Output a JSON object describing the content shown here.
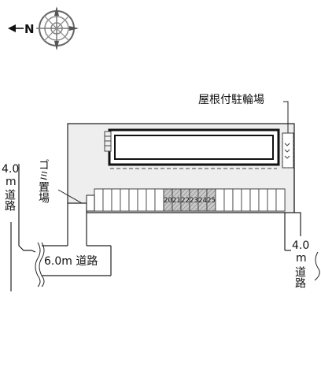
{
  "compass": {
    "north_label": "N",
    "icon": "compass-rose-icon"
  },
  "labels": {
    "bike_parking": "屋根付駐輪場",
    "garbage": "ゴミ置場",
    "road_left_width": "4.0",
    "road_left_unit_m": "m",
    "road_left_name": "道路",
    "road_right_width": "4.0",
    "road_right_unit_m": "m",
    "road_right_name": "道路",
    "road_bottom": "6.0m 道路"
  },
  "parking": {
    "highlighted_numbers": [
      "20",
      "21",
      "22",
      "23",
      "24",
      "25"
    ]
  },
  "colors": {
    "lot_fill": "#eeeeee",
    "building_outline": "#111111",
    "highlight_stall": "#b8b8b8",
    "line": "#222222"
  }
}
